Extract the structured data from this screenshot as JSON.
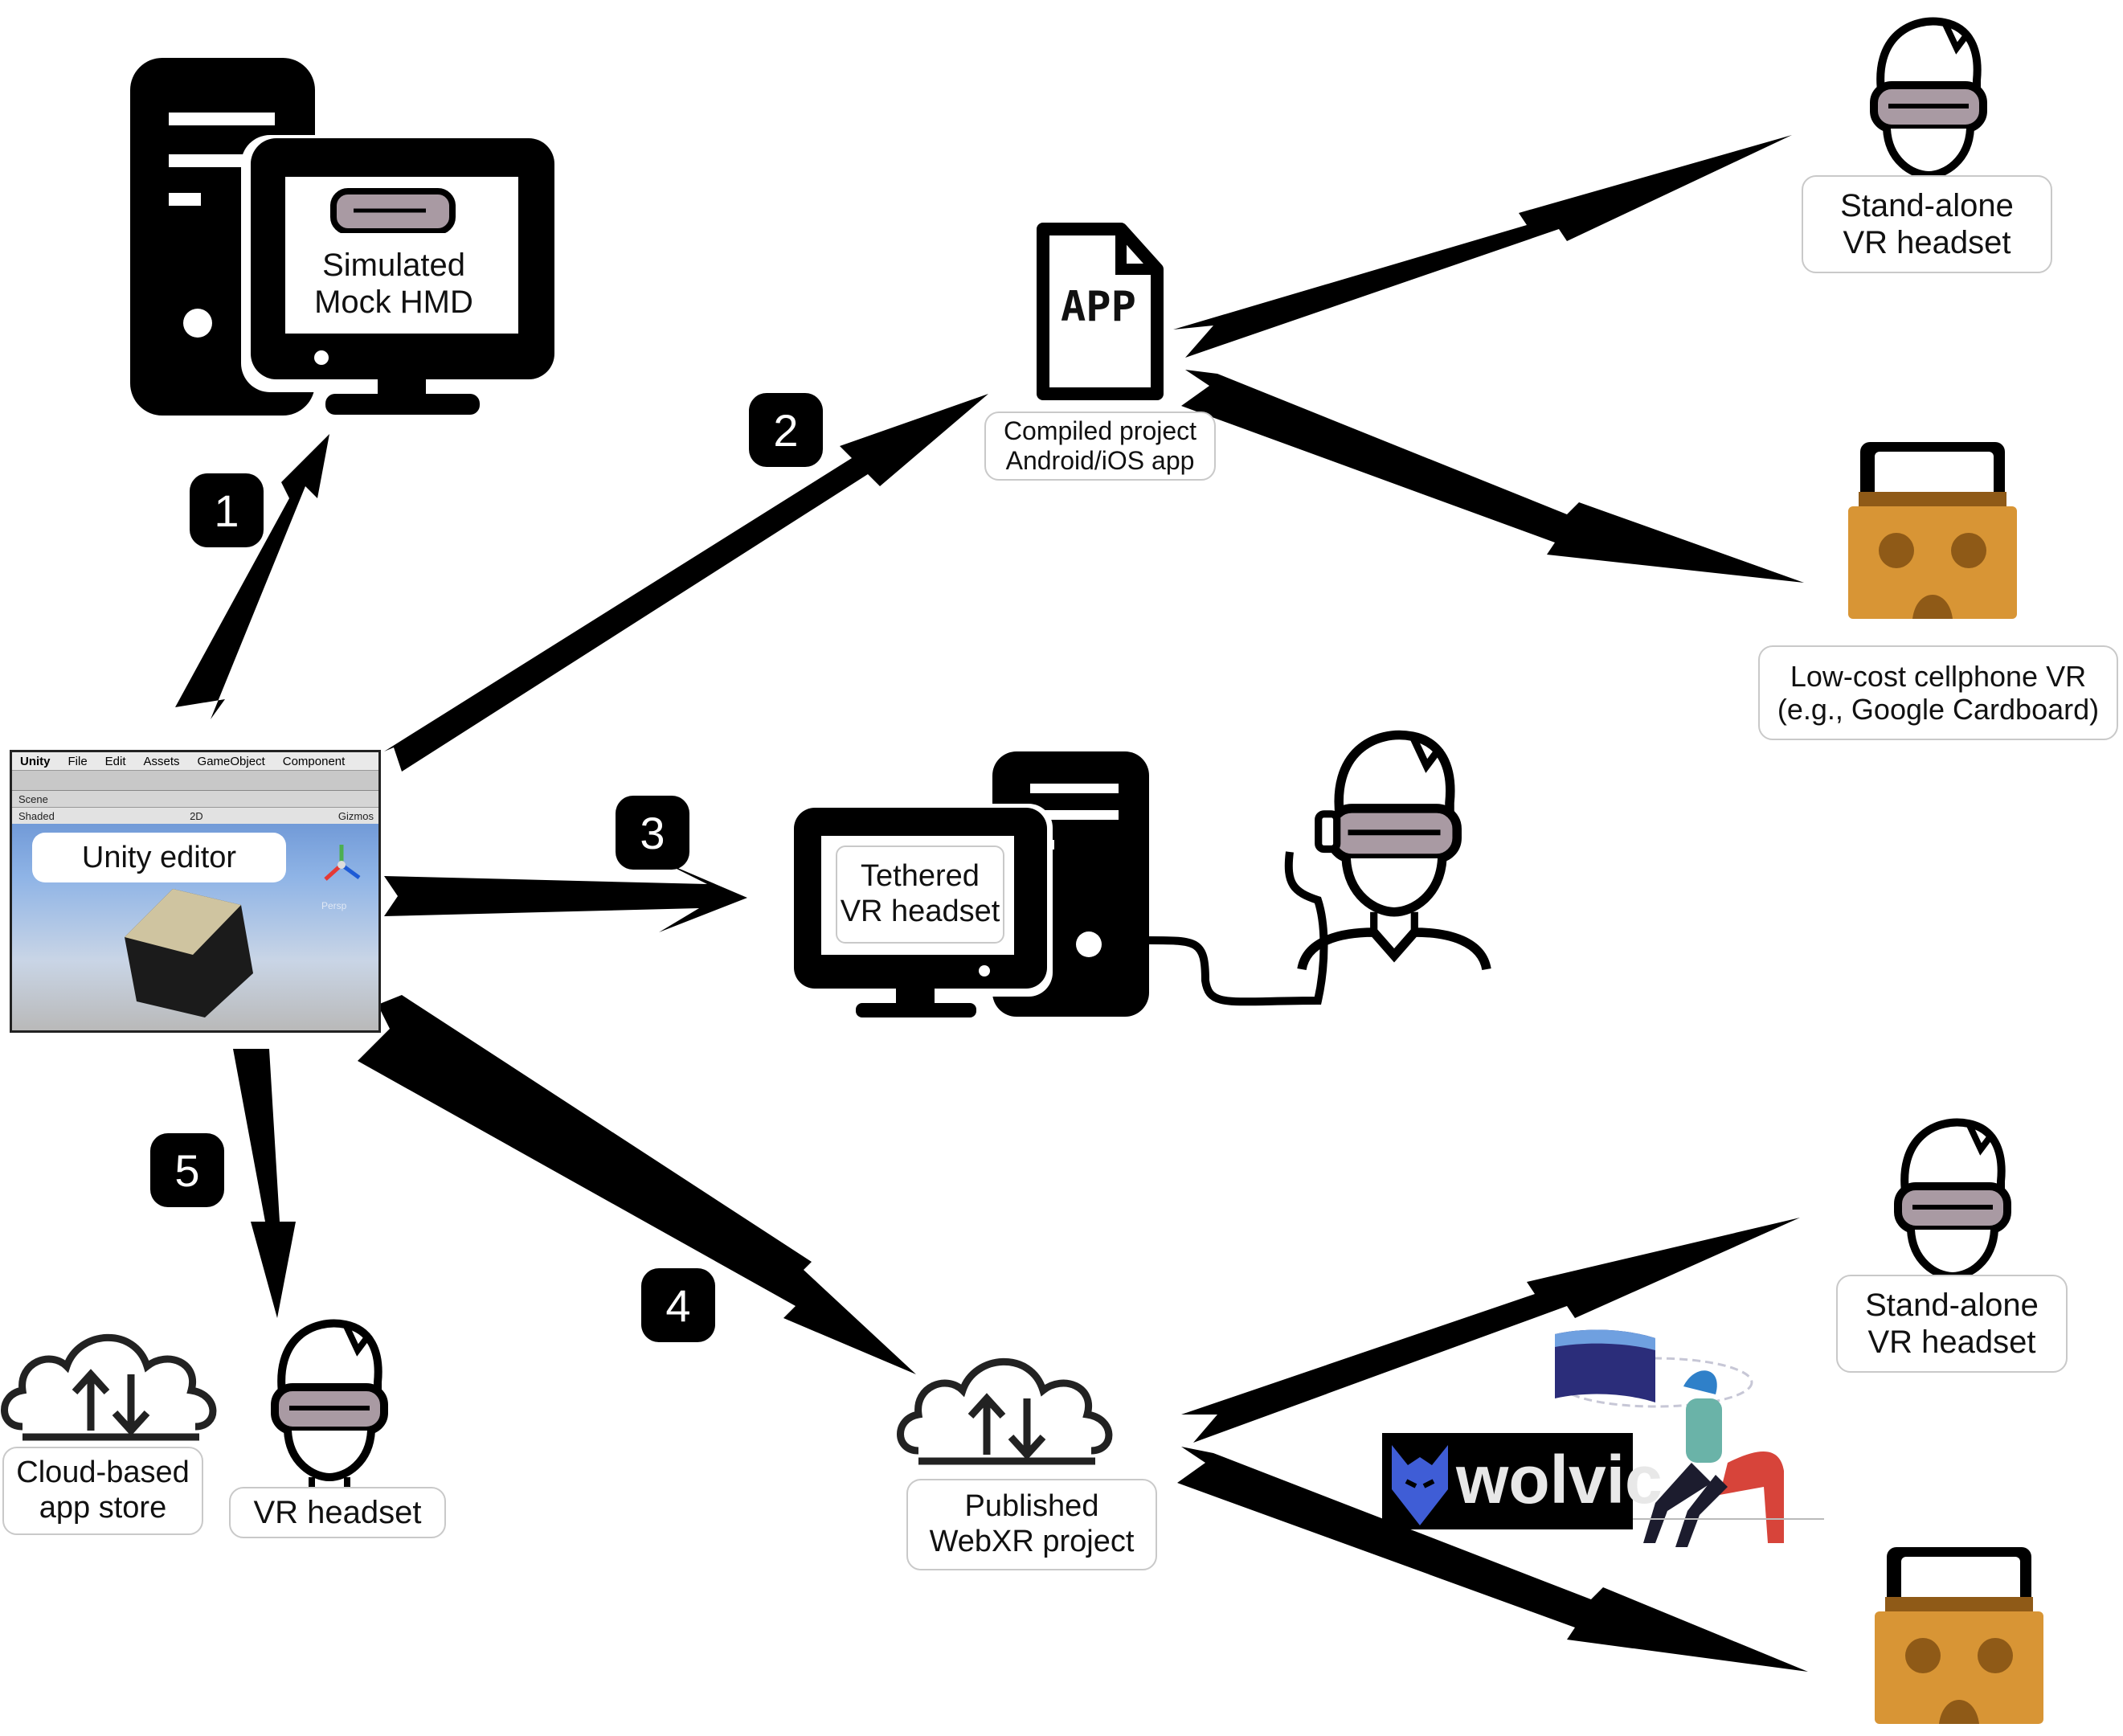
{
  "steps": [
    "1",
    "2",
    "3",
    "4",
    "5"
  ],
  "labels": {
    "simulated_hmd": [
      "Simulated",
      "Mock HMD"
    ],
    "compiled_project": [
      "Compiled project",
      "Android/iOS app"
    ],
    "standalone_top": [
      "Stand-alone",
      "VR headset"
    ],
    "cardboard": [
      "Low-cost cellphone VR",
      "(e.g., Google Cardboard)"
    ],
    "tethered": [
      "Tethered",
      "VR headset"
    ],
    "unity_editor": "Unity editor",
    "webxr": [
      "Published",
      "WebXR project"
    ],
    "standalone_bottom": [
      "Stand-alone",
      "VR headset"
    ],
    "cloud_store": [
      "Cloud-based",
      "app store"
    ],
    "vr_headset": "VR headset"
  },
  "app_icon_text": "APP",
  "wolvic_text": "wolvic",
  "unity_ui": {
    "menu": [
      "Unity",
      "File",
      "Edit",
      "Assets",
      "GameObject",
      "Component"
    ],
    "scene_tab": "Scene",
    "shading": "Shaded",
    "mode_2d": "2D",
    "gizmos": "Gizmos",
    "persp": "Persp"
  },
  "colors": {
    "visor": "#a99aa3",
    "cardboard": "#d89535",
    "cardboard_dark": "#8f5a17",
    "arrow": "#000000"
  }
}
